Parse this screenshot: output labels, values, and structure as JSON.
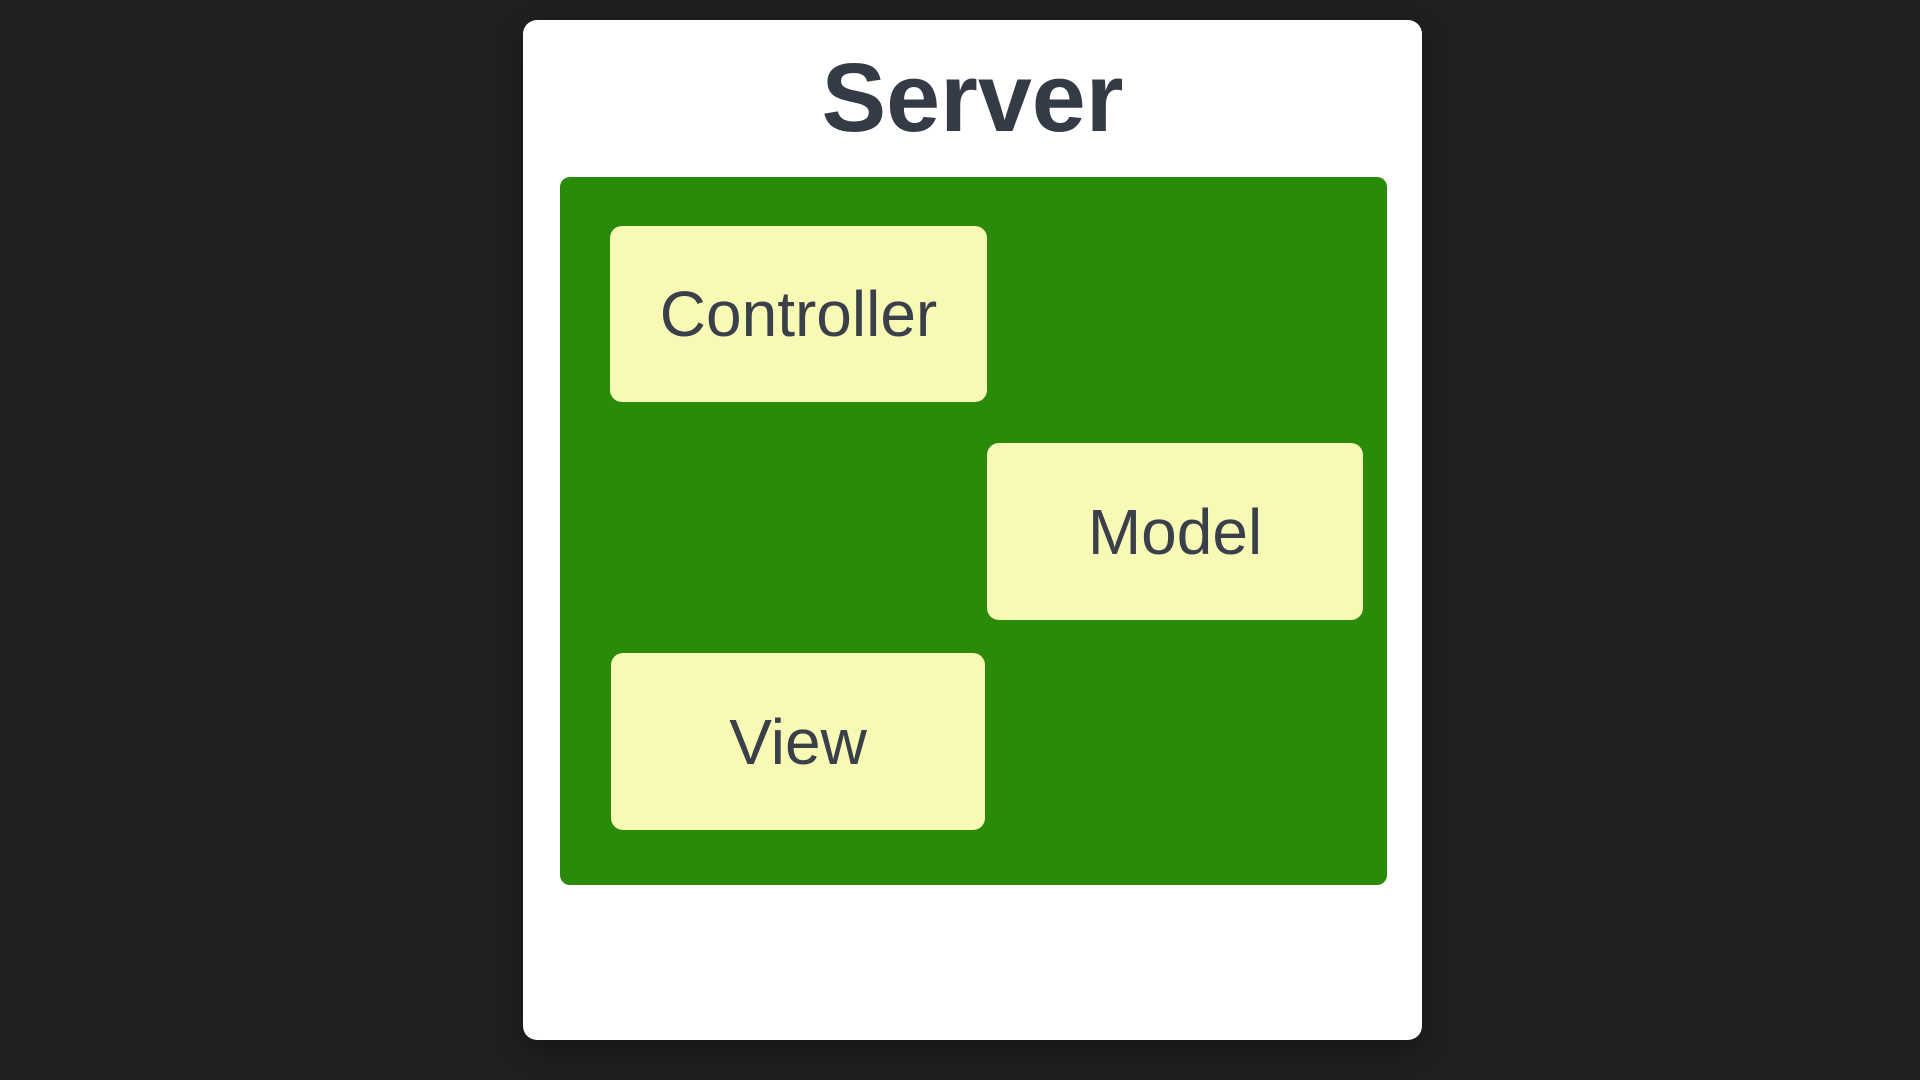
{
  "diagram": {
    "title": "Server",
    "nodes": [
      {
        "id": "controller",
        "label": "Controller"
      },
      {
        "id": "model",
        "label": "Model"
      },
      {
        "id": "view",
        "label": "View"
      }
    ],
    "colors": {
      "background": "#202020",
      "card_bg": "#ffffff",
      "container_bg": "#2a8a0a",
      "node_bg": "#f8f9b5",
      "title_text": "#353b46",
      "node_text": "#3a404a"
    }
  }
}
